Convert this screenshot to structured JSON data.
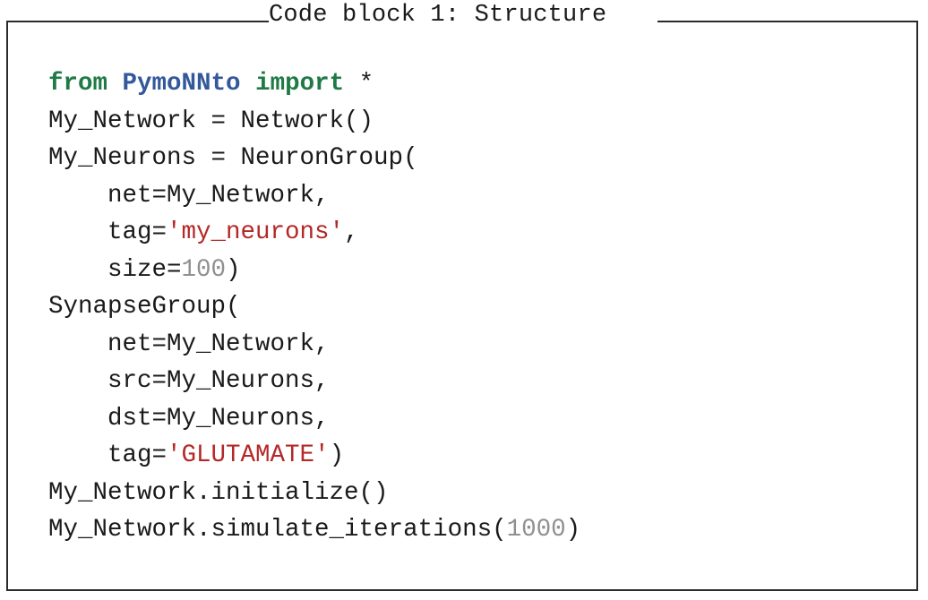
{
  "caption": "Code block 1: Structure",
  "colors": {
    "keyword": "#1f7a46",
    "module": "#34589c",
    "string": "#b42828",
    "number": "#909090",
    "text": "#1a1a1a",
    "border": "#2a2a2a"
  },
  "code": {
    "l1": {
      "kw_from": "from",
      "module": "PymoNNto",
      "kw_import": "import",
      "rest": " *"
    },
    "l2": "My_Network = Network()",
    "l3": "My_Neurons = NeuronGroup(",
    "l4": "    net=My_Network,",
    "l5": {
      "pre": "    tag=",
      "str": "'my_neurons'",
      "post": ","
    },
    "l6": {
      "pre": "    size=",
      "num": "100",
      "post": ")"
    },
    "l7": "SynapseGroup(",
    "l8": "    net=My_Network,",
    "l9": "    src=My_Neurons,",
    "l10": "    dst=My_Neurons,",
    "l11": {
      "pre": "    tag=",
      "str": "'GLUTAMATE'",
      "post": ")"
    },
    "l12": "My_Network.initialize()",
    "l13": {
      "pre": "My_Network.simulate_iterations(",
      "num": "1000",
      "post": ")"
    }
  }
}
